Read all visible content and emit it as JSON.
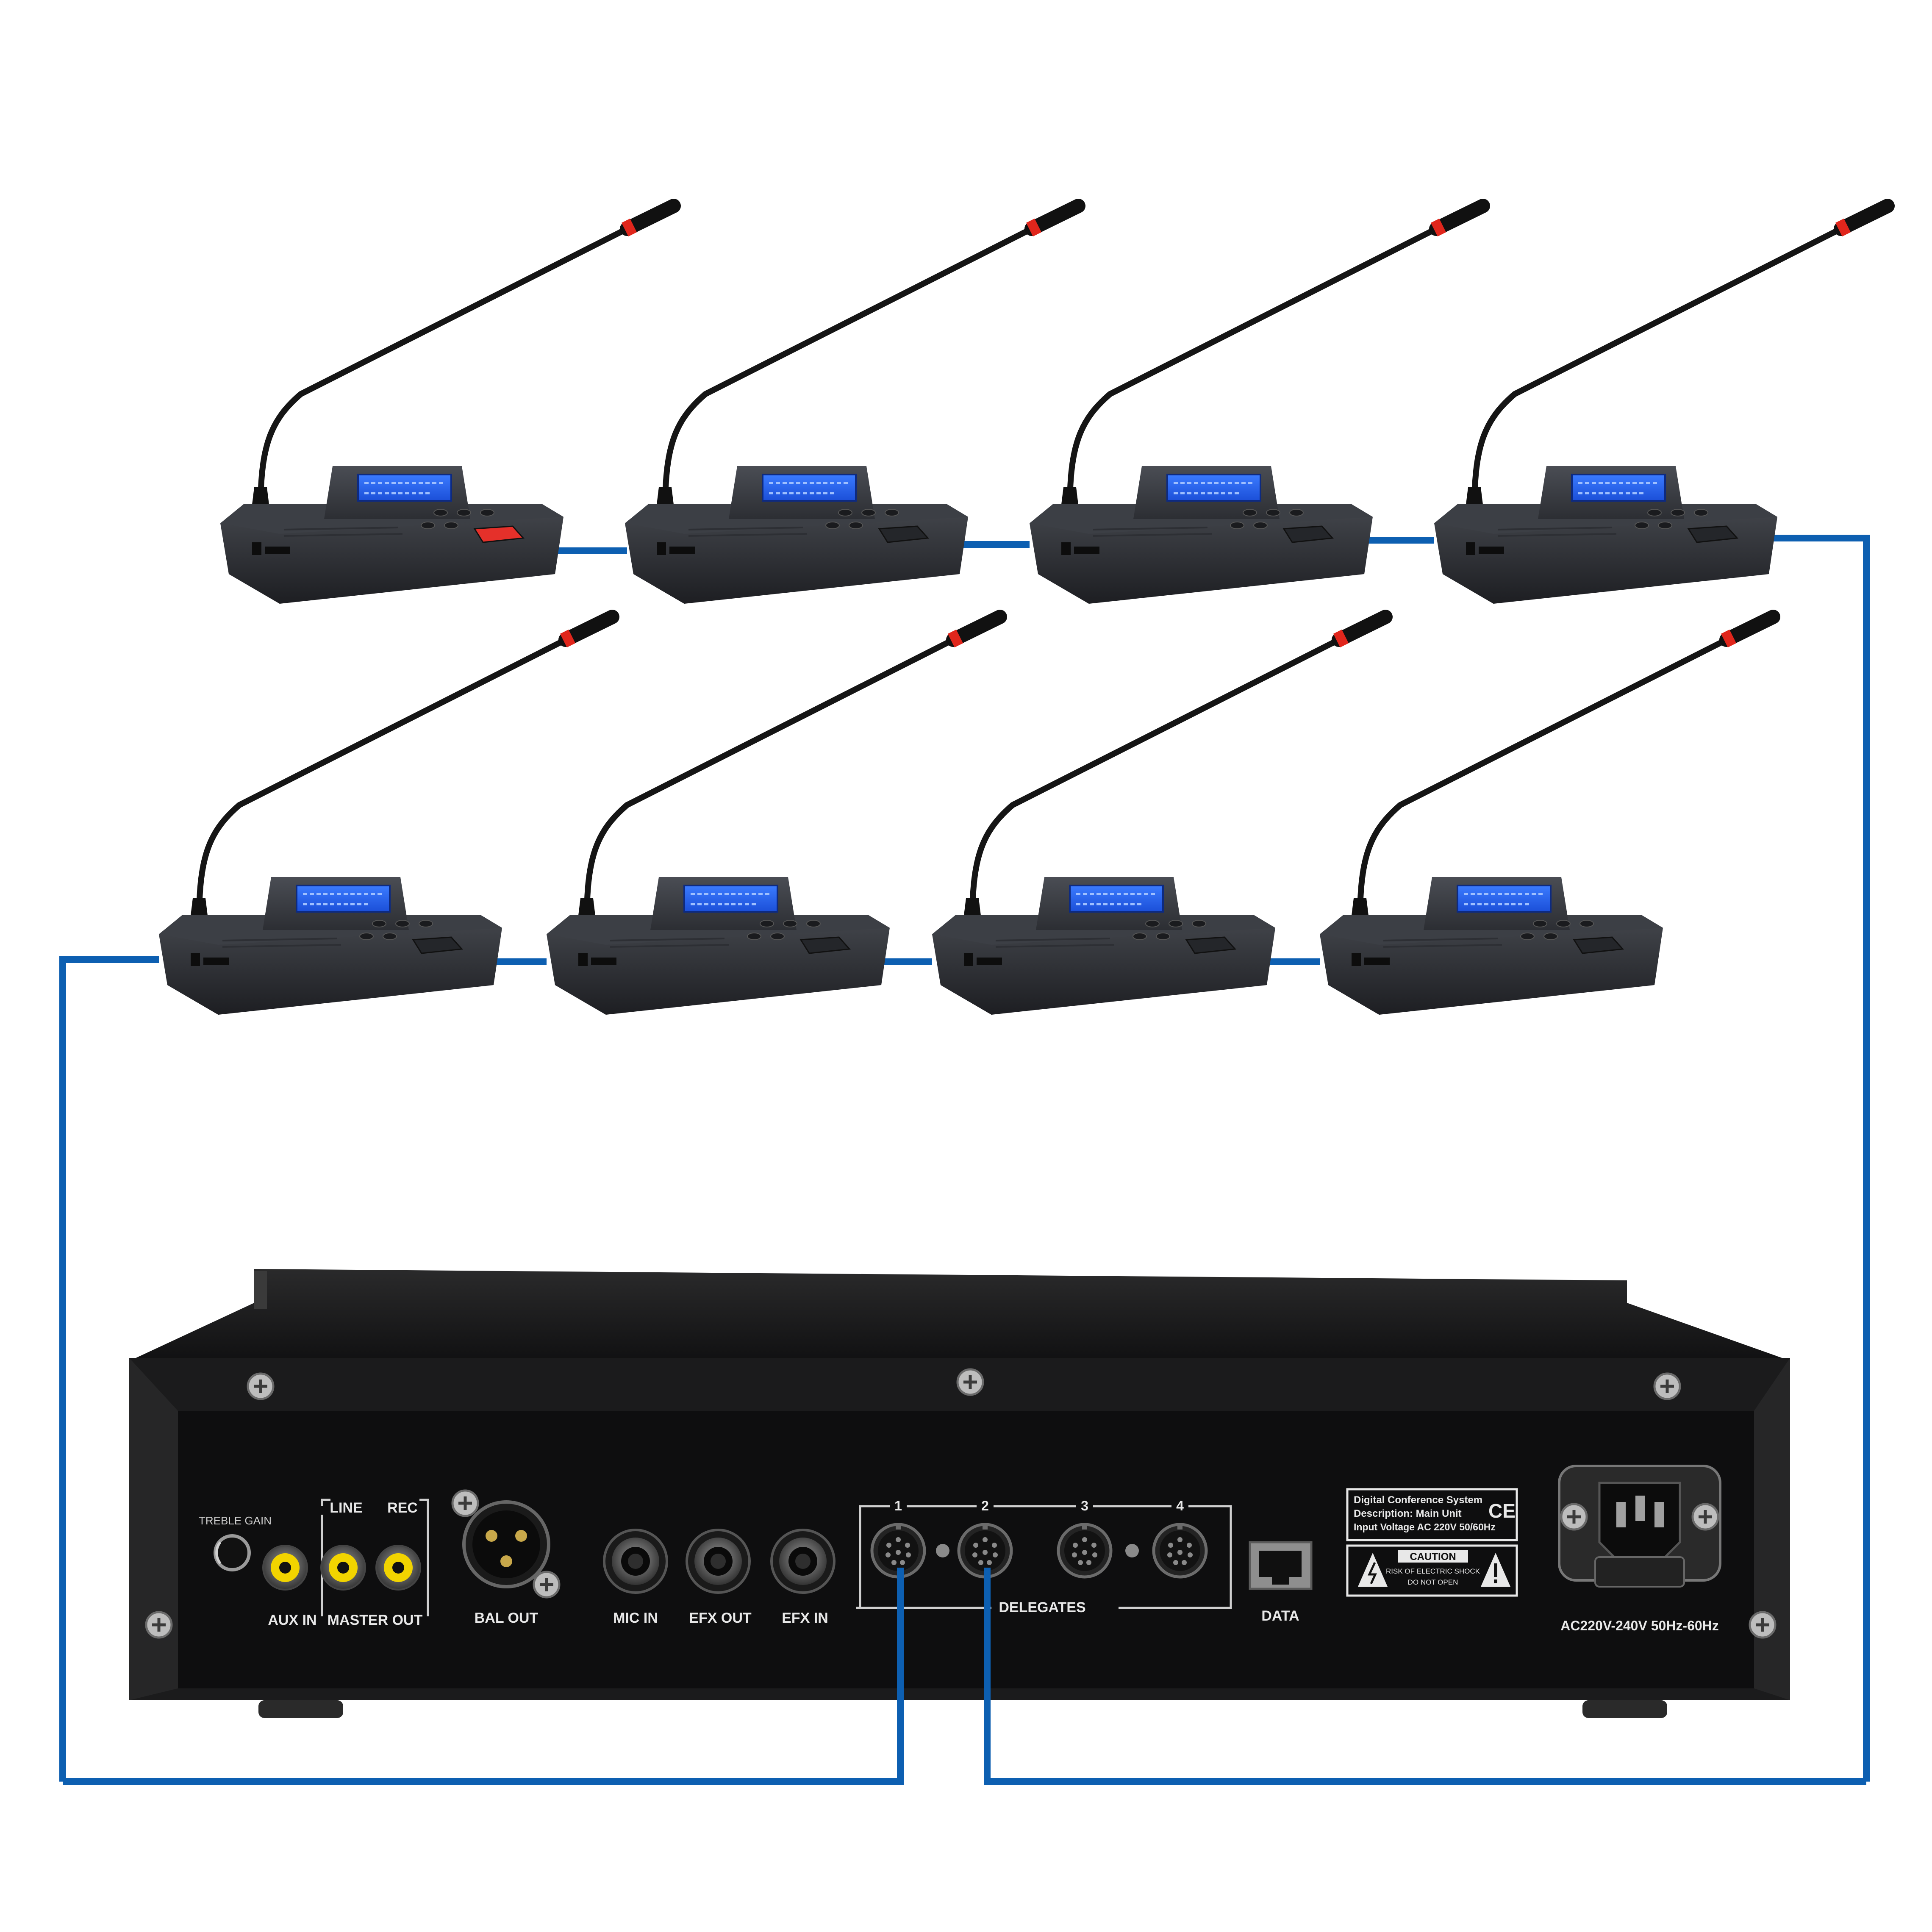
{
  "colors": {
    "background": "#ffffff",
    "cable": "#0d5fb1",
    "device_body": "#2a2c31",
    "device_top": "#3a3d43",
    "lcd": "#2a64ff",
    "mic_ring": "#e0261c",
    "panel": "#0e0e0f",
    "chassis": "#1b1b1c",
    "jack_yellow": "#f2d400",
    "label_text": "#e8e8e8"
  },
  "devices": [
    {
      "type": "chairman-unit",
      "icon": "gooseneck-microphone-icon",
      "button_color": "#e5302a"
    },
    {
      "type": "delegate-unit",
      "icon": "gooseneck-microphone-icon"
    },
    {
      "type": "delegate-unit",
      "icon": "gooseneck-microphone-icon"
    },
    {
      "type": "delegate-unit",
      "icon": "gooseneck-microphone-icon"
    },
    {
      "type": "delegate-unit",
      "icon": "gooseneck-microphone-icon"
    },
    {
      "type": "delegate-unit",
      "icon": "gooseneck-microphone-icon"
    },
    {
      "type": "delegate-unit",
      "icon": "gooseneck-microphone-icon"
    },
    {
      "type": "delegate-unit",
      "icon": "gooseneck-microphone-icon"
    }
  ],
  "main_unit": {
    "labels": {
      "treble_gain": "TREBLE GAIN",
      "line": "LINE",
      "rec": "REC",
      "aux_in": "AUX IN",
      "master_out": "MASTER OUT",
      "bal_out": "BAL OUT",
      "mic_in": "MIC IN",
      "efx_out": "EFX OUT",
      "efx_in": "EFX IN",
      "delegates": "DELEGATES",
      "data": "DATA",
      "power": "AC220V-240V  50Hz-60Hz"
    },
    "delegate_ports": [
      "1",
      "2",
      "3",
      "4"
    ],
    "nameplate": {
      "line1": "Digital Conference System",
      "line2": "Description: Main Unit",
      "line3": "Input Voltage AC 220V 50/60Hz",
      "ce_mark": "CE"
    },
    "caution": {
      "title": "CAUTION",
      "line1": "RISK OF ELECTRIC SHOCK",
      "line2": "DO NOT OPEN",
      "icon": "warning-triangle-icon"
    }
  }
}
